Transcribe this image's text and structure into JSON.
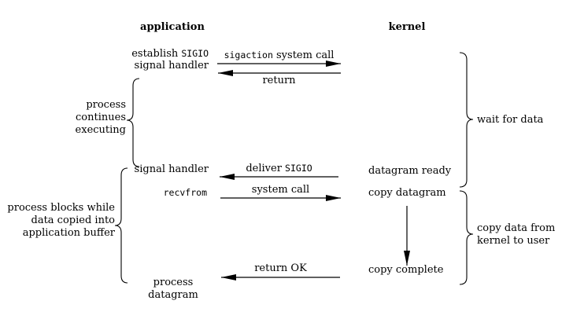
{
  "headers": {
    "application": "application",
    "kernel": "kernel"
  },
  "application_column": {
    "establish_prefix": "establish ",
    "establish_signal": "SIGIO",
    "establish_line2": "signal handler",
    "signal_handler": "signal handler",
    "recvfrom_call": "recvfrom",
    "process_line1": "process",
    "process_line2": "datagram"
  },
  "kernel_column": {
    "datagram_ready": "datagram ready",
    "copy_datagram": "copy datagram",
    "copy_complete": "copy complete"
  },
  "arrows": {
    "sigaction_call_mono": "sigaction",
    "sigaction_call_rest": " system call",
    "return_label": "return",
    "deliver_prefix": "deliver ",
    "deliver_signal": "SIGIO",
    "system_call": "system call",
    "return_ok": "return OK"
  },
  "annotations": {
    "process_continues": {
      "line1": "process",
      "line2": "continues",
      "line3": "executing"
    },
    "process_blocks": {
      "line1": "process blocks while",
      "line2": "data copied into",
      "line3": "application buffer"
    },
    "wait_for_data": "wait for data",
    "copy_data": {
      "line1": "copy data from",
      "line2": "kernel to user"
    }
  },
  "colors": {
    "ink": "#000000",
    "background": "#ffffff"
  }
}
